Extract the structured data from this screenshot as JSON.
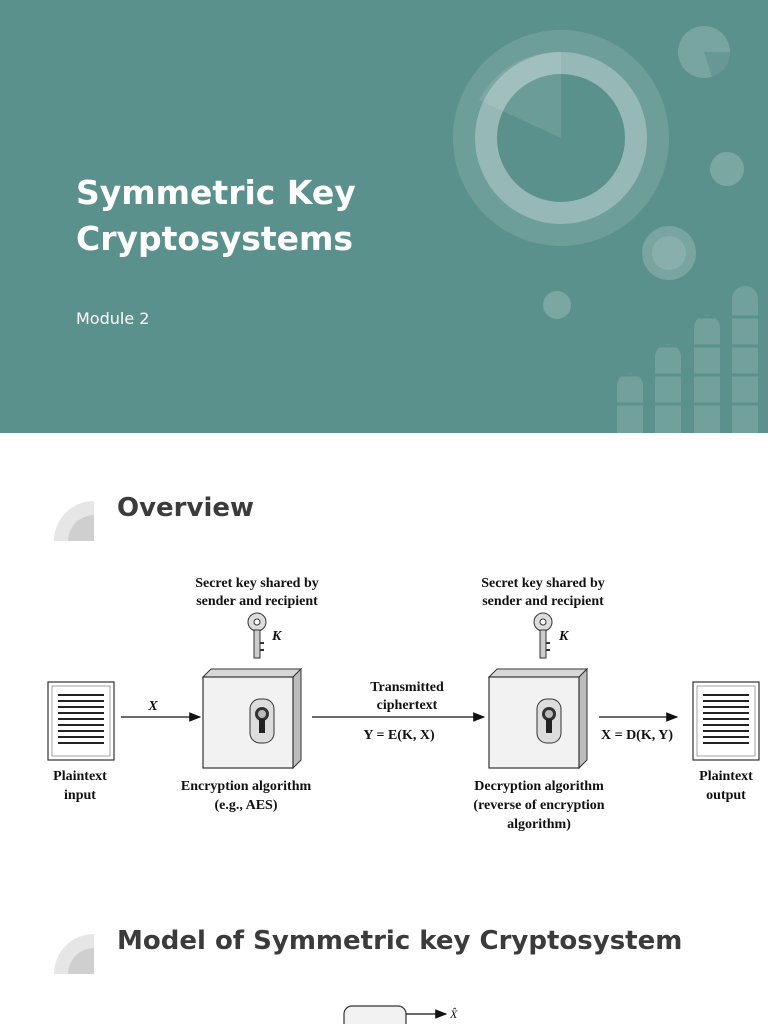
{
  "title_slide": {
    "title_line1": "Symmetric Key",
    "title_line2": "Cryptosystems",
    "subtitle": "Module 2"
  },
  "overview": {
    "heading": "Overview",
    "diagram": {
      "secret_key_left_line1": "Secret key shared by",
      "secret_key_left_line2": "sender and recipient",
      "secret_key_right_line1": "Secret key shared by",
      "secret_key_right_line2": "sender and recipient",
      "key_symbol_left": "K",
      "key_symbol_right": "K",
      "input_x": "X",
      "transmitted_line1": "Transmitted",
      "transmitted_line2": "ciphertext",
      "cipher_formula": "Y = E(K, X)",
      "output_formula": "X = D(K, Y)",
      "plaintext_input_line1": "Plaintext",
      "plaintext_input_line2": "input",
      "plaintext_output_line1": "Plaintext",
      "plaintext_output_line2": "output",
      "encryption_line1": "Encryption algorithm",
      "encryption_line2": "(e.g., AES)",
      "decryption_line1": "Decryption algorithm",
      "decryption_line2": "(reverse of encryption",
      "decryption_line3": "algorithm)",
      "icons": [
        "document-icon",
        "key-icon",
        "lock-box-icon"
      ]
    }
  },
  "model": {
    "heading": "Model of Symmetric key Cryptosystem",
    "output_label": "X̂"
  },
  "colors": {
    "teal": "#5b918d",
    "heading_text": "#3b3b3b"
  }
}
